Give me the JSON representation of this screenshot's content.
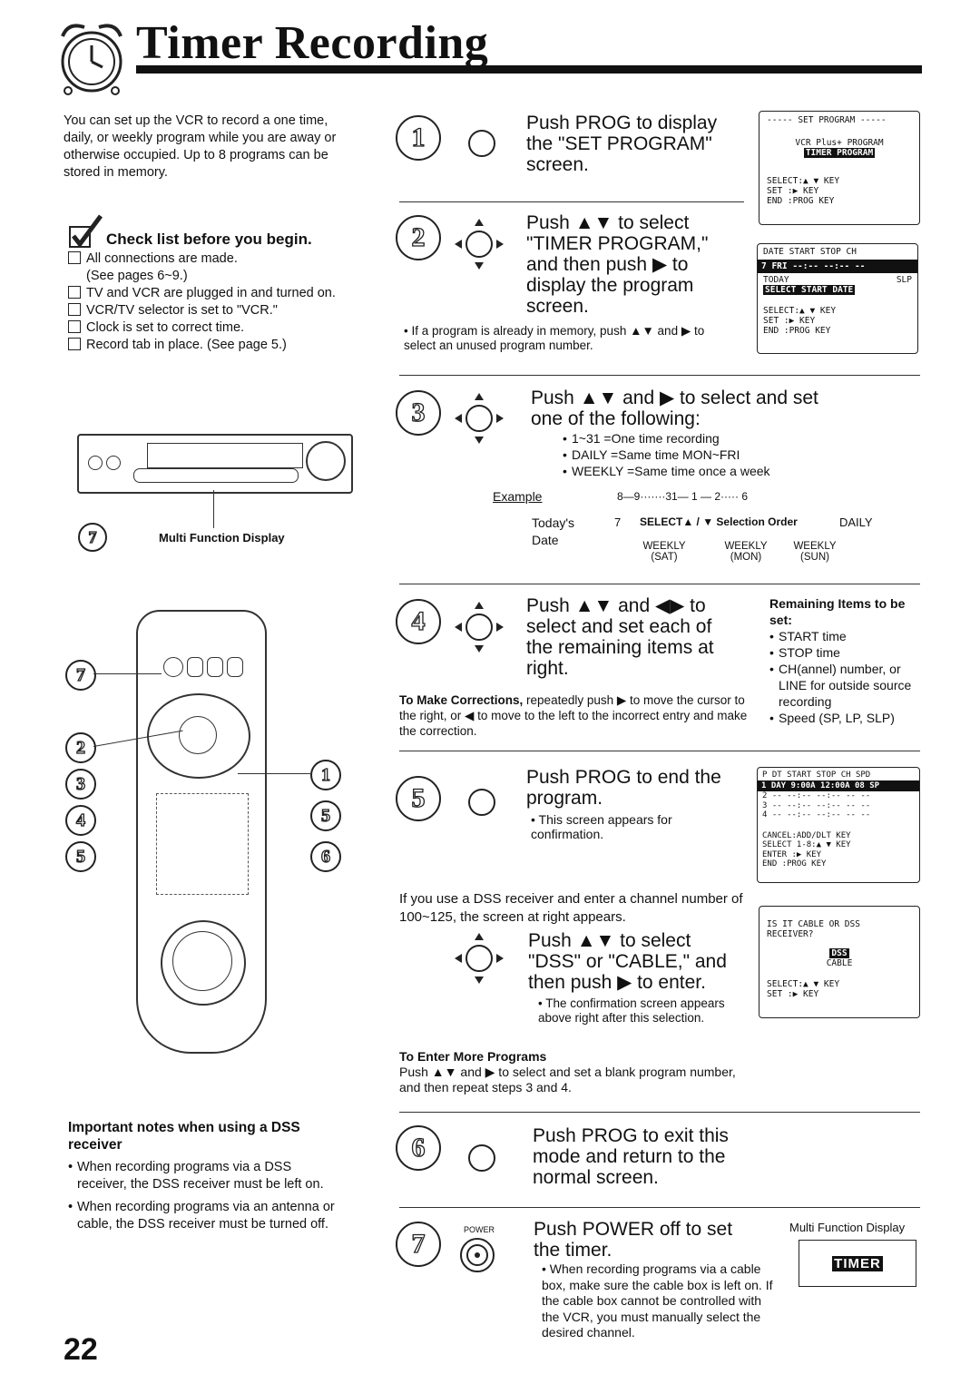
{
  "page": {
    "title": "Timer Recording",
    "page_number": "22"
  },
  "intro": "You can set up the VCR to record a one time, daily, or weekly program while you are away or otherwise occupied. Up to 8 programs can be stored in memory.",
  "checklist": {
    "heading": "Check list before you begin.",
    "items": [
      "All connections are made.",
      "(See pages 6~9.)",
      "TV and VCR are plugged in and turned on.",
      "VCR/TV selector is set to \"VCR.\"",
      "Clock is set to correct time.",
      "Record tab in place. (See page 5.)"
    ]
  },
  "vcr_label": "Multi Function Display",
  "remote_callouts": {
    "left_top": "7",
    "left_stack": [
      "2",
      "3",
      "4",
      "5"
    ],
    "right_stack": [
      "1",
      "5",
      "6"
    ]
  },
  "dss_notes": {
    "heading": "Important notes when using a DSS receiver",
    "items": [
      "When recording programs via a DSS receiver, the DSS receiver must be left on.",
      "When recording programs via an antenna or cable, the DSS receiver must be turned off."
    ]
  },
  "steps": {
    "s1": {
      "num": "1",
      "text": "Push PROG to display the \"SET PROGRAM\" screen."
    },
    "s2": {
      "num": "2",
      "text": "Push ▲▼ to select \"TIMER PROGRAM,\" and then push ▶ to display the program screen.",
      "note": "If a program is already in memory, push ▲▼ and ▶ to select an unused program number."
    },
    "s3": {
      "num": "3",
      "text": "Push ▲▼ and ▶ to select and set one of the following:",
      "options": [
        "1~31 =One time recording",
        "DAILY =Same time MON~FRI",
        "WEEKLY =Same time once a week"
      ],
      "example_label": "Example",
      "example_sequence": "8—9·······31— 1 — 2····· 6",
      "example_today": "Today's Date",
      "example_today_value": "7",
      "example_order": "SELECT▲ / ▼ Selection Order",
      "example_daily": "DAILY",
      "example_weekly": [
        "WEEKLY (SAT)",
        "WEEKLY (MON)",
        "WEEKLY (SUN)"
      ]
    },
    "s4": {
      "num": "4",
      "text": "Push ▲▼ and ◀▶ to select and set each of the remaining items at right.",
      "corrections_label": "To Make Corrections,",
      "corrections": "repeatedly push ▶ to move the cursor to the right, or ◀ to move to the left to the incorrect entry and make the correction.",
      "remaining_heading": "Remaining Items to be set:",
      "remaining": [
        "START time",
        "STOP time",
        "CH(annel) number, or LINE for outside source recording",
        "Speed (SP, LP, SLP)"
      ]
    },
    "s5": {
      "num": "5",
      "text": "Push PROG to end the program.",
      "note": "This screen appears for confirmation.",
      "dss_intro": "If you use a DSS receiver and enter a channel number of 100~125, the screen at right appears.",
      "dss_text": "Push ▲▼ to select \"DSS\" or \"CABLE,\" and then push ▶ to enter.",
      "dss_note": "The confirmation screen appears above right after this selection.",
      "more_heading": "To Enter More Programs",
      "more_text": "Push ▲▼ and ▶ to select and set a blank program number, and then repeat steps 3 and 4."
    },
    "s6": {
      "num": "6",
      "text": "Push PROG to exit this mode and return to the normal screen."
    },
    "s7": {
      "num": "7",
      "button_label": "POWER",
      "text": "Push POWER off to set the timer.",
      "note": "When recording programs via a cable box, make sure the cable box is left on. If the cable box cannot be controlled with the VCR, you must manually select the desired channel.",
      "display_label": "Multi Function Display",
      "display_value": "TIMER"
    }
  },
  "screens": {
    "set_program": {
      "header": "----- SET PROGRAM -----",
      "line1": "VCR Plus+ PROGRAM",
      "line2": "TIMER PROGRAM",
      "keys": [
        "SELECT:▲ ▼ KEY",
        "SET :▶ KEY",
        "END :PROG KEY"
      ]
    },
    "program": {
      "header": "DATE START STOP CH",
      "row1": "7 FRI  --:--  --:--  --",
      "today": "TODAY",
      "slp": "SLP",
      "select_label": "SELECT START DATE",
      "keys": [
        "SELECT:▲ ▼ KEY",
        "SET :▶ KEY",
        "END :PROG KEY"
      ]
    },
    "confirm": {
      "header": "P DT START STOP CH SPD",
      "row1": "1 DAY 9:00A 12:00A 08 SP",
      "rows": [
        "2 -- --:-- --:-- -- --",
        "3 -- --:-- --:-- -- --",
        "4 -- --:-- --:-- -- --"
      ],
      "keys": [
        "CANCEL:ADD/DLT KEY",
        "SELECT 1-8:▲ ▼ KEY",
        "ENTER :▶ KEY",
        "END :PROG KEY"
      ]
    },
    "dss": {
      "header": "IS IT CABLE OR DSS RECEIVER?",
      "opt1": "DSS",
      "opt2": "CABLE",
      "keys": [
        "SELECT:▲ ▼ KEY",
        "SET :▶ KEY"
      ]
    }
  }
}
